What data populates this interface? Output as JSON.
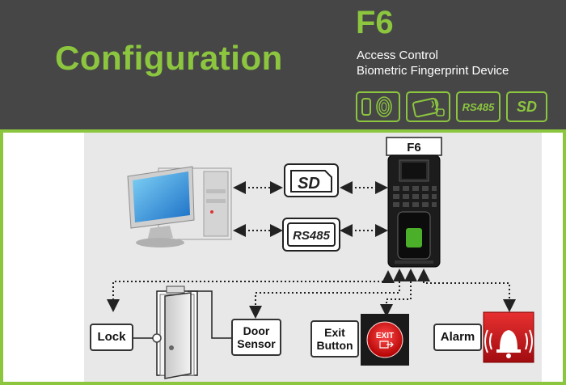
{
  "header": {
    "title": "Configuration",
    "product": "F6",
    "desc_line1": "Access Control",
    "desc_line2": "Biometric Fingerprint Device",
    "features": [
      {
        "icon": "fingerprint-icon",
        "label": ""
      },
      {
        "icon": "rfid-card-icon",
        "label": ""
      },
      {
        "icon": "rs485-icon",
        "label": "RS485"
      },
      {
        "icon": "sd-card-icon",
        "label": "SD"
      }
    ]
  },
  "diagram": {
    "device_label": "F6",
    "sd_label": "SD",
    "rs485_label": "RS485",
    "lock_label": "Lock",
    "door_sensor_line1": "Door",
    "door_sensor_line2": "Sensor",
    "exit_button_line1": "Exit",
    "exit_button_line2": "Button",
    "exit_sign": "EXIT",
    "alarm_label": "Alarm"
  },
  "colors": {
    "accent": "#8cc63f",
    "header_bg": "#464646",
    "exit_red": "#d8141c",
    "alarm_red": "#c8141a"
  }
}
